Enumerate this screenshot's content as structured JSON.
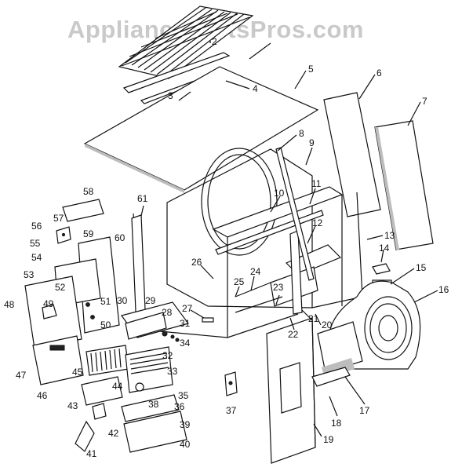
{
  "watermark": "AppliancePartsPros.com",
  "callouts": [
    {
      "id": "2",
      "label": "2"
    },
    {
      "id": "3",
      "label": "3"
    },
    {
      "id": "4",
      "label": "4"
    },
    {
      "id": "5",
      "label": "5"
    },
    {
      "id": "6",
      "label": "6"
    },
    {
      "id": "7",
      "label": "7"
    },
    {
      "id": "8",
      "label": "8"
    },
    {
      "id": "9",
      "label": "9"
    },
    {
      "id": "10",
      "label": "10"
    },
    {
      "id": "11",
      "label": "11"
    },
    {
      "id": "12",
      "label": "12"
    },
    {
      "id": "13",
      "label": "13"
    },
    {
      "id": "14",
      "label": "14"
    },
    {
      "id": "15",
      "label": "15"
    },
    {
      "id": "16",
      "label": "16"
    },
    {
      "id": "17",
      "label": "17"
    },
    {
      "id": "18",
      "label": "18"
    },
    {
      "id": "19",
      "label": "19"
    },
    {
      "id": "20",
      "label": "20"
    },
    {
      "id": "21",
      "label": "21"
    },
    {
      "id": "22",
      "label": "22"
    },
    {
      "id": "23",
      "label": "23"
    },
    {
      "id": "24",
      "label": "24"
    },
    {
      "id": "25",
      "label": "25"
    },
    {
      "id": "26",
      "label": "26"
    },
    {
      "id": "27",
      "label": "27"
    },
    {
      "id": "28",
      "label": "28"
    },
    {
      "id": "29",
      "label": "29"
    },
    {
      "id": "30",
      "label": "30"
    },
    {
      "id": "31",
      "label": "31"
    },
    {
      "id": "32",
      "label": "32"
    },
    {
      "id": "33",
      "label": "33"
    },
    {
      "id": "34",
      "label": "34"
    },
    {
      "id": "35",
      "label": "35"
    },
    {
      "id": "36",
      "label": "36"
    },
    {
      "id": "37",
      "label": "37"
    },
    {
      "id": "38",
      "label": "38"
    },
    {
      "id": "39",
      "label": "39"
    },
    {
      "id": "40",
      "label": "40"
    },
    {
      "id": "41",
      "label": "41"
    },
    {
      "id": "42",
      "label": "42"
    },
    {
      "id": "43",
      "label": "43"
    },
    {
      "id": "44",
      "label": "44"
    },
    {
      "id": "45",
      "label": "45"
    },
    {
      "id": "46",
      "label": "46"
    },
    {
      "id": "47",
      "label": "47"
    },
    {
      "id": "48",
      "label": "48"
    },
    {
      "id": "49",
      "label": "49"
    },
    {
      "id": "50",
      "label": "50"
    },
    {
      "id": "51",
      "label": "51"
    },
    {
      "id": "52",
      "label": "52"
    },
    {
      "id": "53",
      "label": "53"
    },
    {
      "id": "54",
      "label": "54"
    },
    {
      "id": "55",
      "label": "55"
    },
    {
      "id": "56",
      "label": "56"
    },
    {
      "id": "57",
      "label": "57"
    },
    {
      "id": "58",
      "label": "58"
    },
    {
      "id": "59",
      "label": "59"
    },
    {
      "id": "60",
      "label": "60"
    },
    {
      "id": "61",
      "label": "61"
    }
  ]
}
